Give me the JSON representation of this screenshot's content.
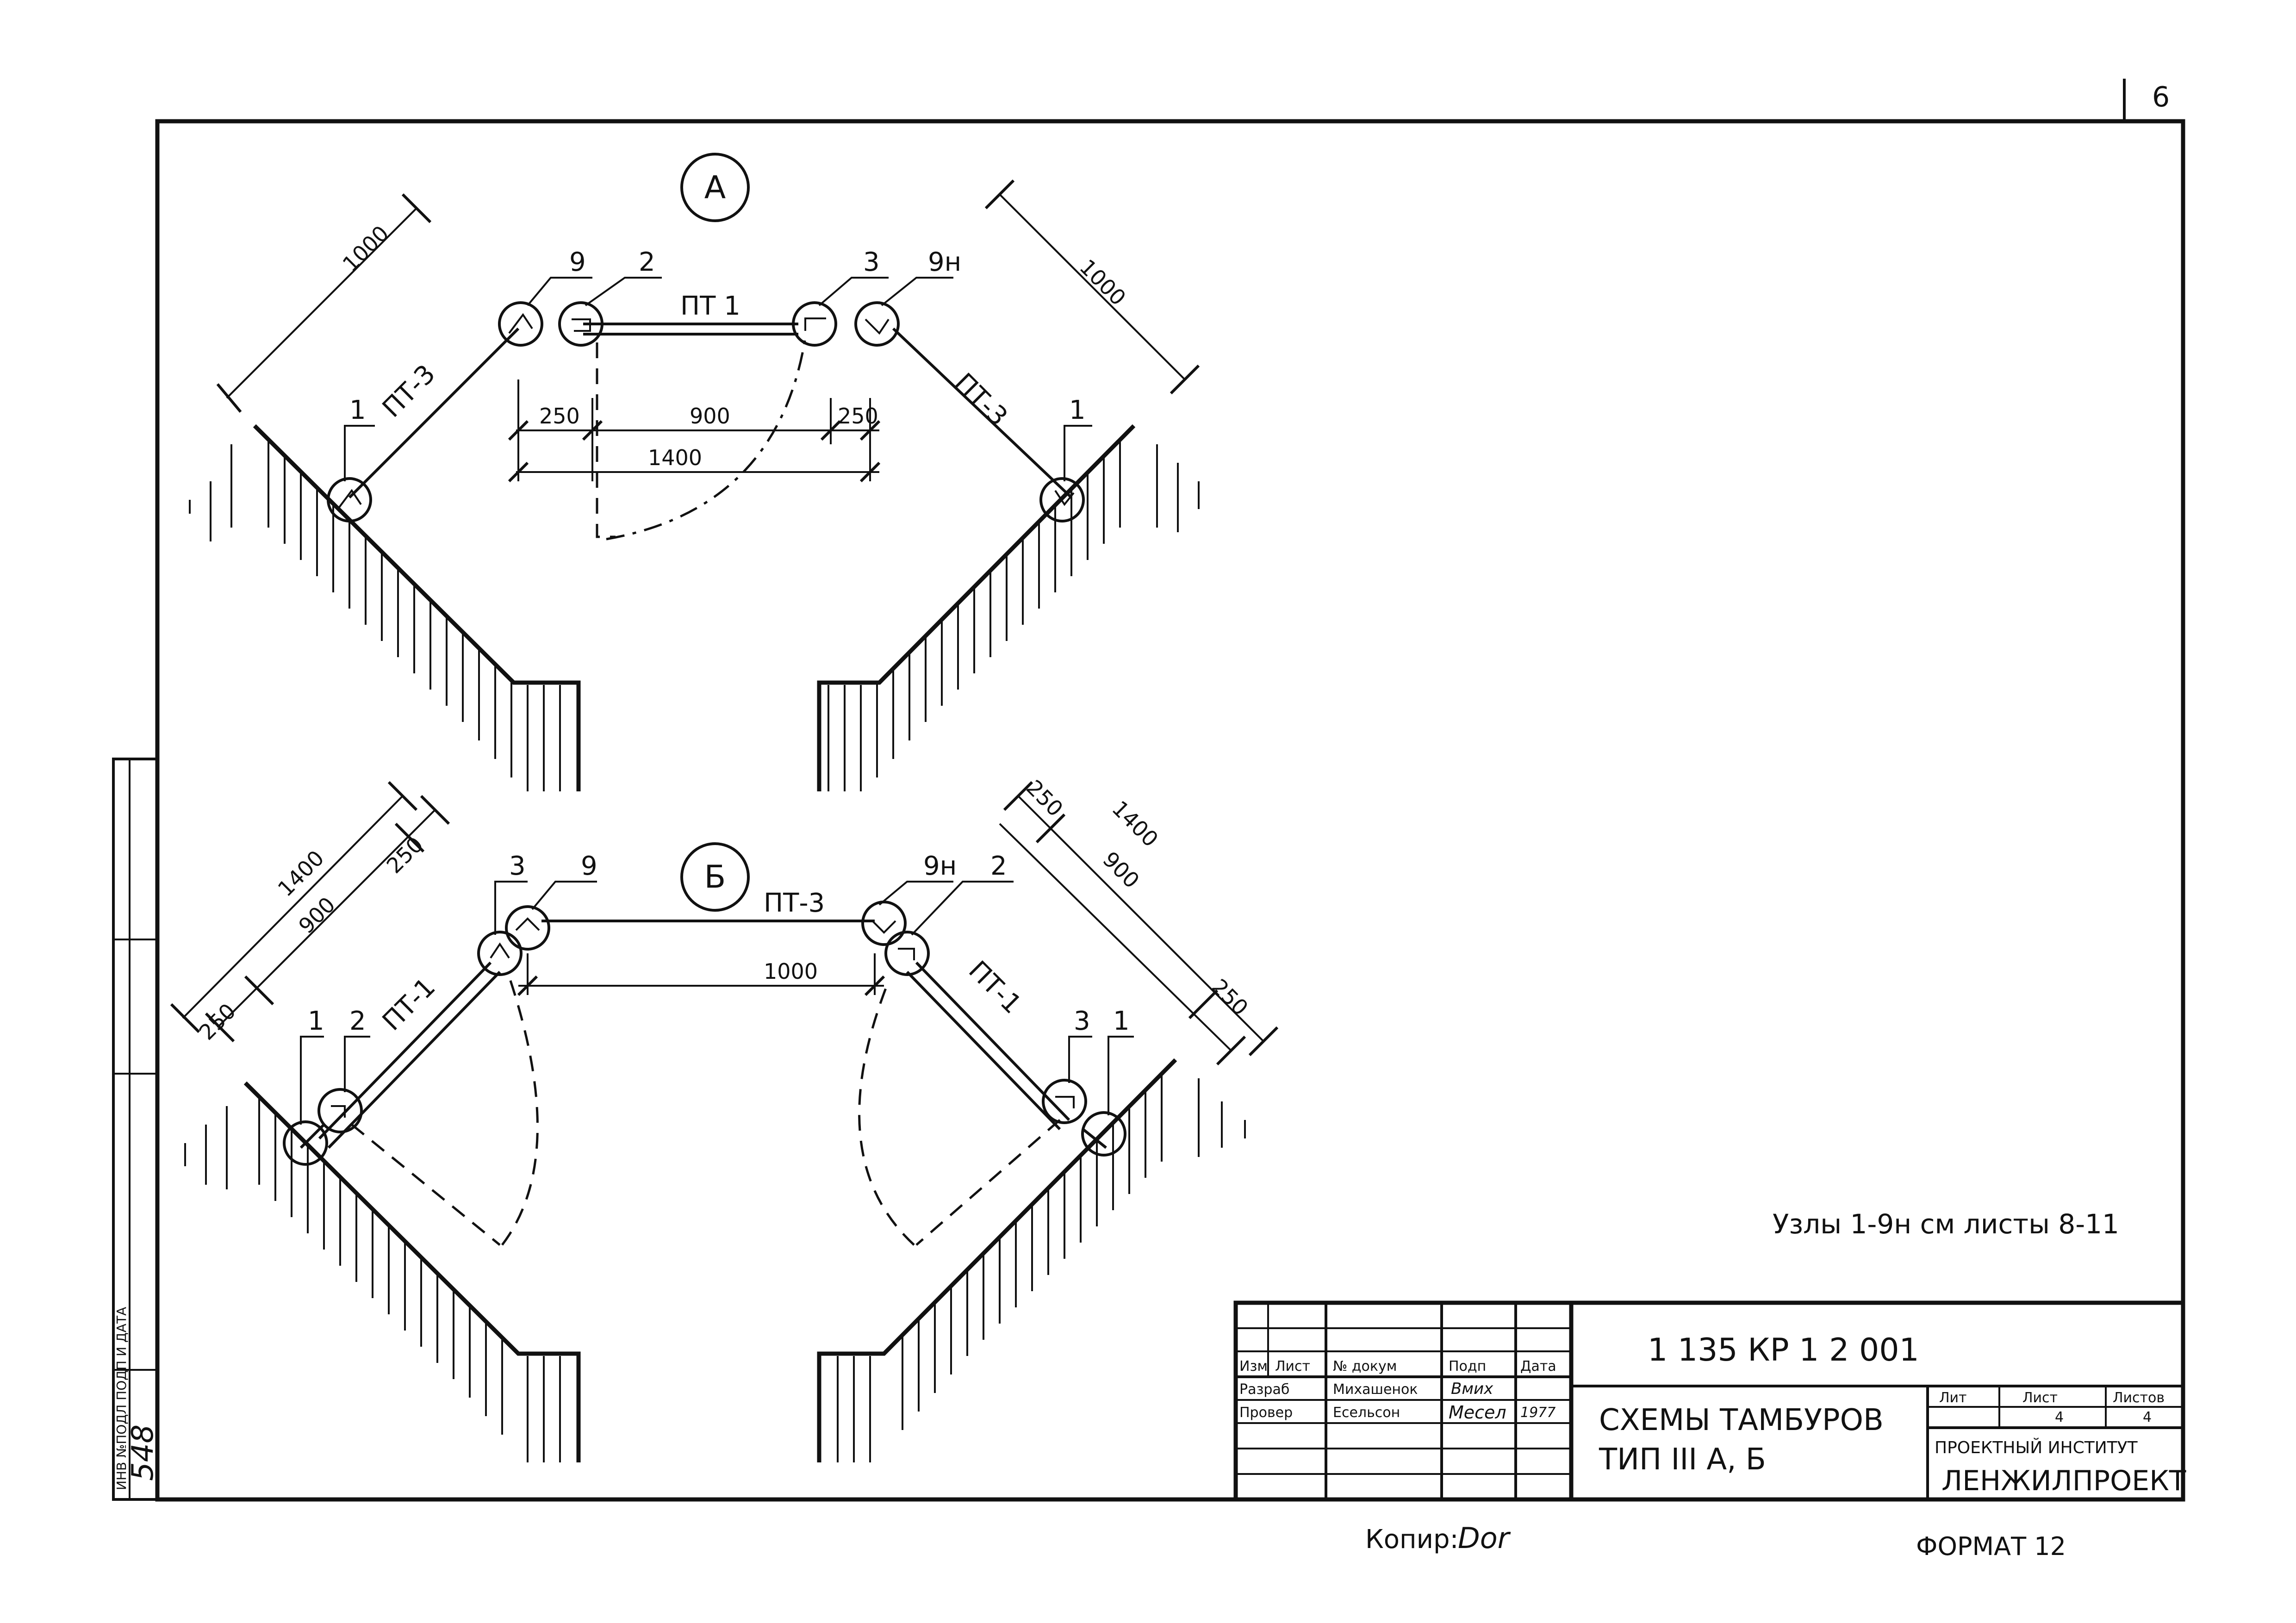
{
  "sheet": {
    "page_number": "6",
    "format": "ФОРМАТ 12",
    "copy_label": "Копир:",
    "copy_signature": "Dor",
    "side_stamp_text": "ИНВ №ПОДЛ ПОДП И ДАТА",
    "side_stamp_number": "548"
  },
  "scheme_a": {
    "title": "А",
    "markers": [
      "1",
      "9",
      "2",
      "3",
      "9н",
      "1"
    ],
    "panel_top": "ПТ 1",
    "panel_left": "ПТ-3",
    "panel_right": "ПТ-3",
    "dims": {
      "left_diag": "1000",
      "right_diag": "1000",
      "seg_left": "250",
      "seg_mid": "900",
      "seg_right": "250",
      "total": "1400"
    }
  },
  "scheme_b": {
    "title": "Б",
    "markers_left": [
      "3",
      "9",
      "1",
      "2"
    ],
    "markers_right": [
      "9н",
      "2",
      "3",
      "1"
    ],
    "panel_top": "ПТ-3",
    "panel_left": "ПТ-1",
    "panel_right": "ПТ-1",
    "dims": {
      "top_span": "1000",
      "left_total": "1400",
      "left_mid": "900",
      "left_a": "250",
      "left_b": "250",
      "right_total": "1400",
      "right_mid": "900",
      "right_a": "250",
      "right_b": "250"
    }
  },
  "note": "Узлы 1-9н см листы 8-11",
  "title_block": {
    "doc_code": "1 135 КР 1 2 001",
    "col_headers": [
      "Изм",
      "Лист",
      "№ докум",
      "Подп",
      "Дата"
    ],
    "row_develop": {
      "role": "Разраб",
      "name": "Михашенок",
      "signature": "Вмих"
    },
    "row_check": {
      "role": "Провер",
      "name": "Есельсон",
      "signature": "Месел",
      "date": "1977"
    },
    "title_line1": "СХЕМЫ ТАМБУРОВ",
    "title_line2": "ТИП III  А, Б",
    "lit_label": "Лит",
    "sheet_label": "Лист",
    "sheets_label": "Листов",
    "sheet_value": "4",
    "sheets_value": "4",
    "institute_line1": "ПРОЕКТНЫЙ ИНСТИТУТ",
    "institute_line2": "ЛЕНЖИЛПРОЕКТ"
  }
}
